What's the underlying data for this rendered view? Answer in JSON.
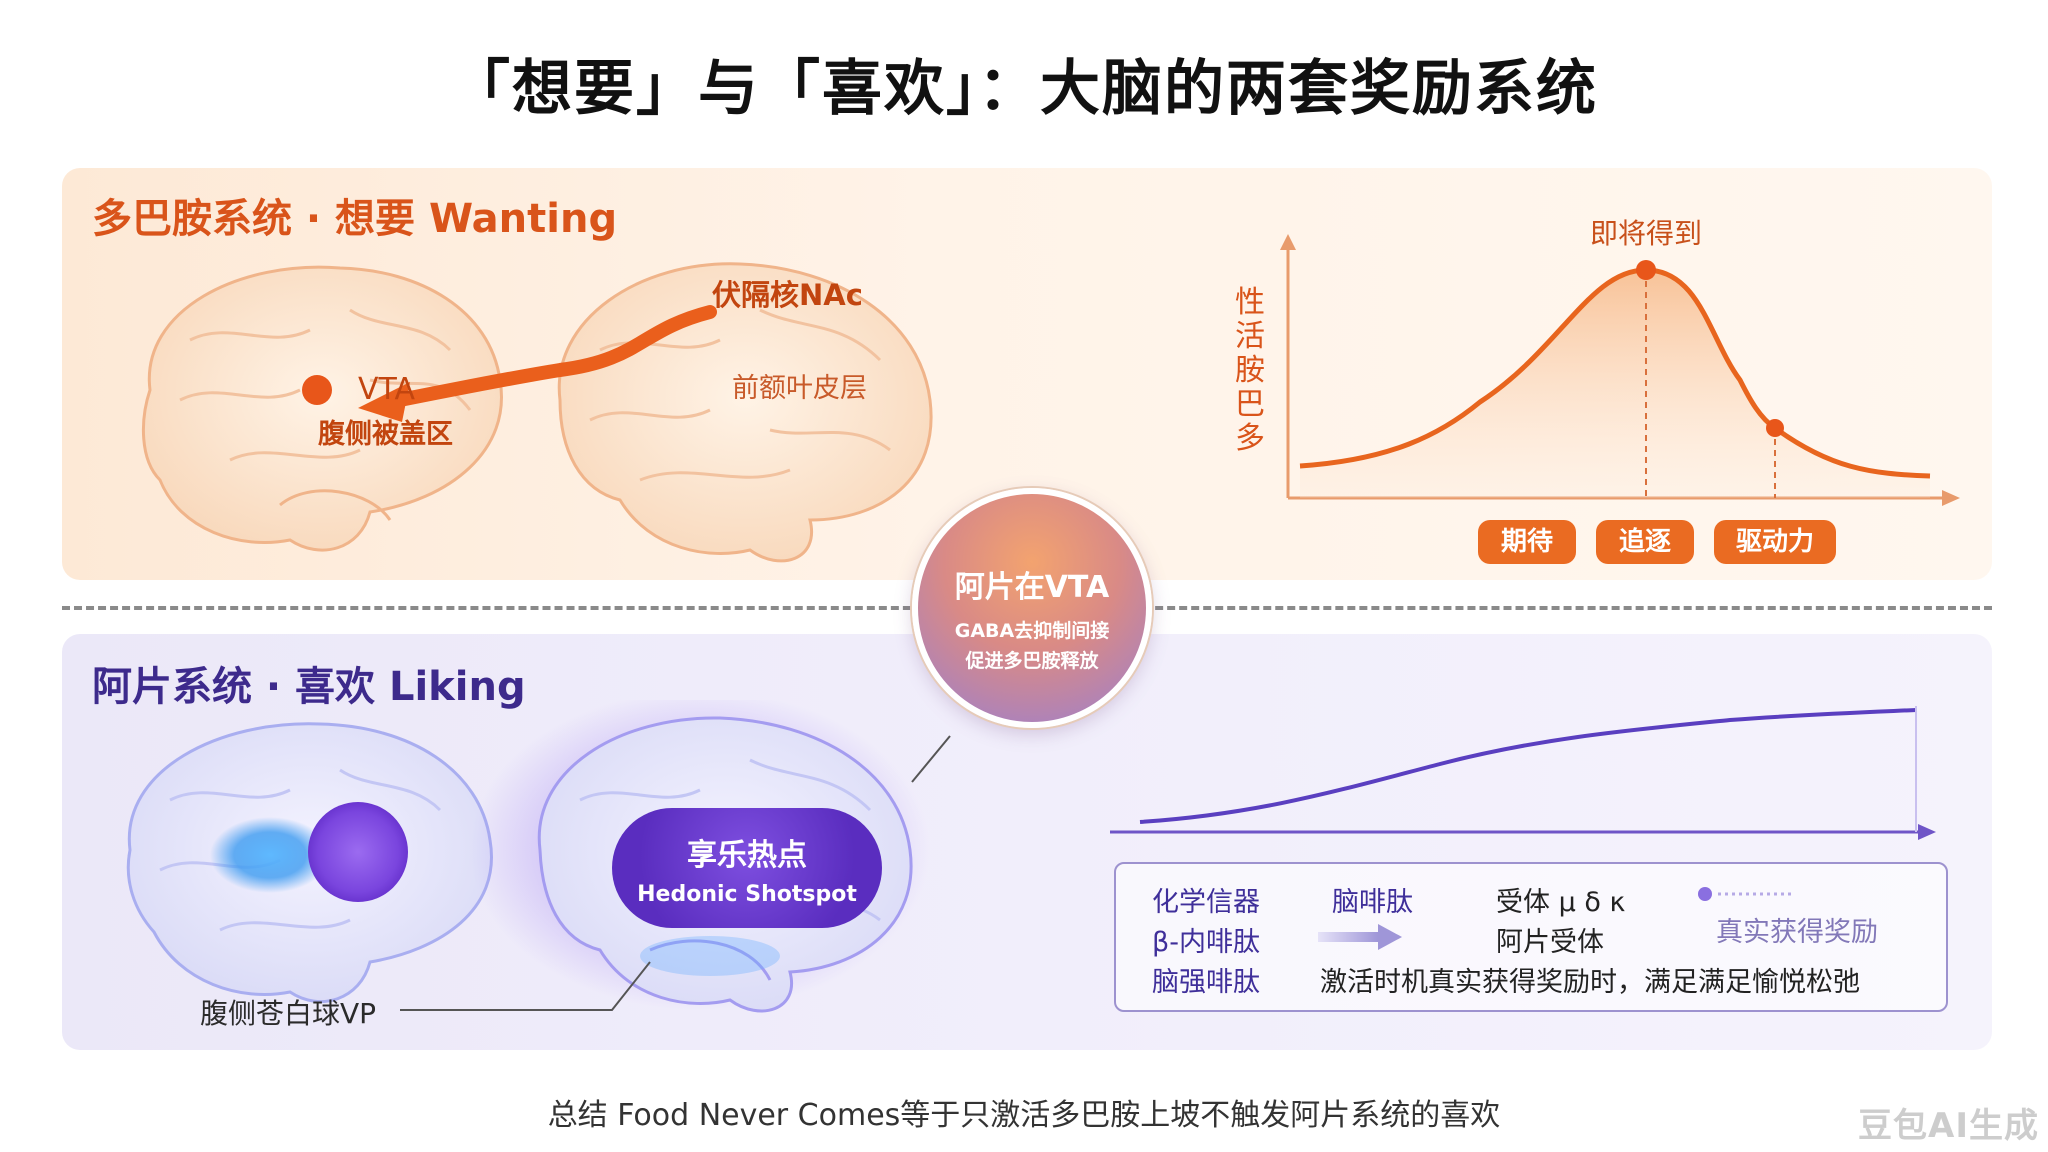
{
  "title": "「想要」与「喜欢」：大脑的两套奖励系统",
  "wanting": {
    "heading": "多巴胺系统 · 想要 Wanting",
    "vta_label": "VTA",
    "vta_sub": "腹侧被盖区",
    "nac_label": "伏隔核NAc",
    "pfc_label": "前额叶皮层",
    "curve": {
      "ylabel": "性活胺巴多",
      "peak_label": "即将得到",
      "phases": [
        "期待",
        "追逐",
        "驱动力"
      ]
    }
  },
  "bridge": {
    "title": "阿片在VTA",
    "line1": "GABA去抑制间接",
    "line2": "促进多巴胺释放"
  },
  "liking": {
    "heading": "阿片系统 · 喜欢 Liking",
    "vp_label": "腹侧苍白球VP",
    "hotspot_cn": "享乐热点",
    "hotspot_en": "Hedonic Shotspot",
    "legend": {
      "c1": [
        "化学信器",
        "β-内啡肽",
        "脑强啡肽"
      ],
      "c2": "脑啡肽",
      "c3": [
        "受体 μ δ κ",
        "阿片受体"
      ],
      "c4": "真实获得奖励",
      "note": "激活时机真实获得奖励时，满足满足愉悦松弛"
    }
  },
  "summary": "总结 Food Never Comes等于只激活多巴胺上坡不触发阿片系统的喜欢",
  "watermark": "豆包AI生成",
  "colors": {
    "orange": "#ea6b22",
    "purple": "#5a2dbf",
    "blue_glow": "#4aa8f0"
  },
  "chart_data": [
    {
      "type": "line",
      "ylabel": "性活胺巴多",
      "annotation": "即将得到",
      "categories": [
        "期待",
        "追逐",
        "驱动力"
      ],
      "values": [
        0.15,
        0.55,
        1.0,
        0.42,
        0.05
      ]
    },
    {
      "type": "line",
      "values": [
        0.05,
        0.2,
        0.42,
        0.58,
        0.66,
        0.7
      ]
    }
  ]
}
